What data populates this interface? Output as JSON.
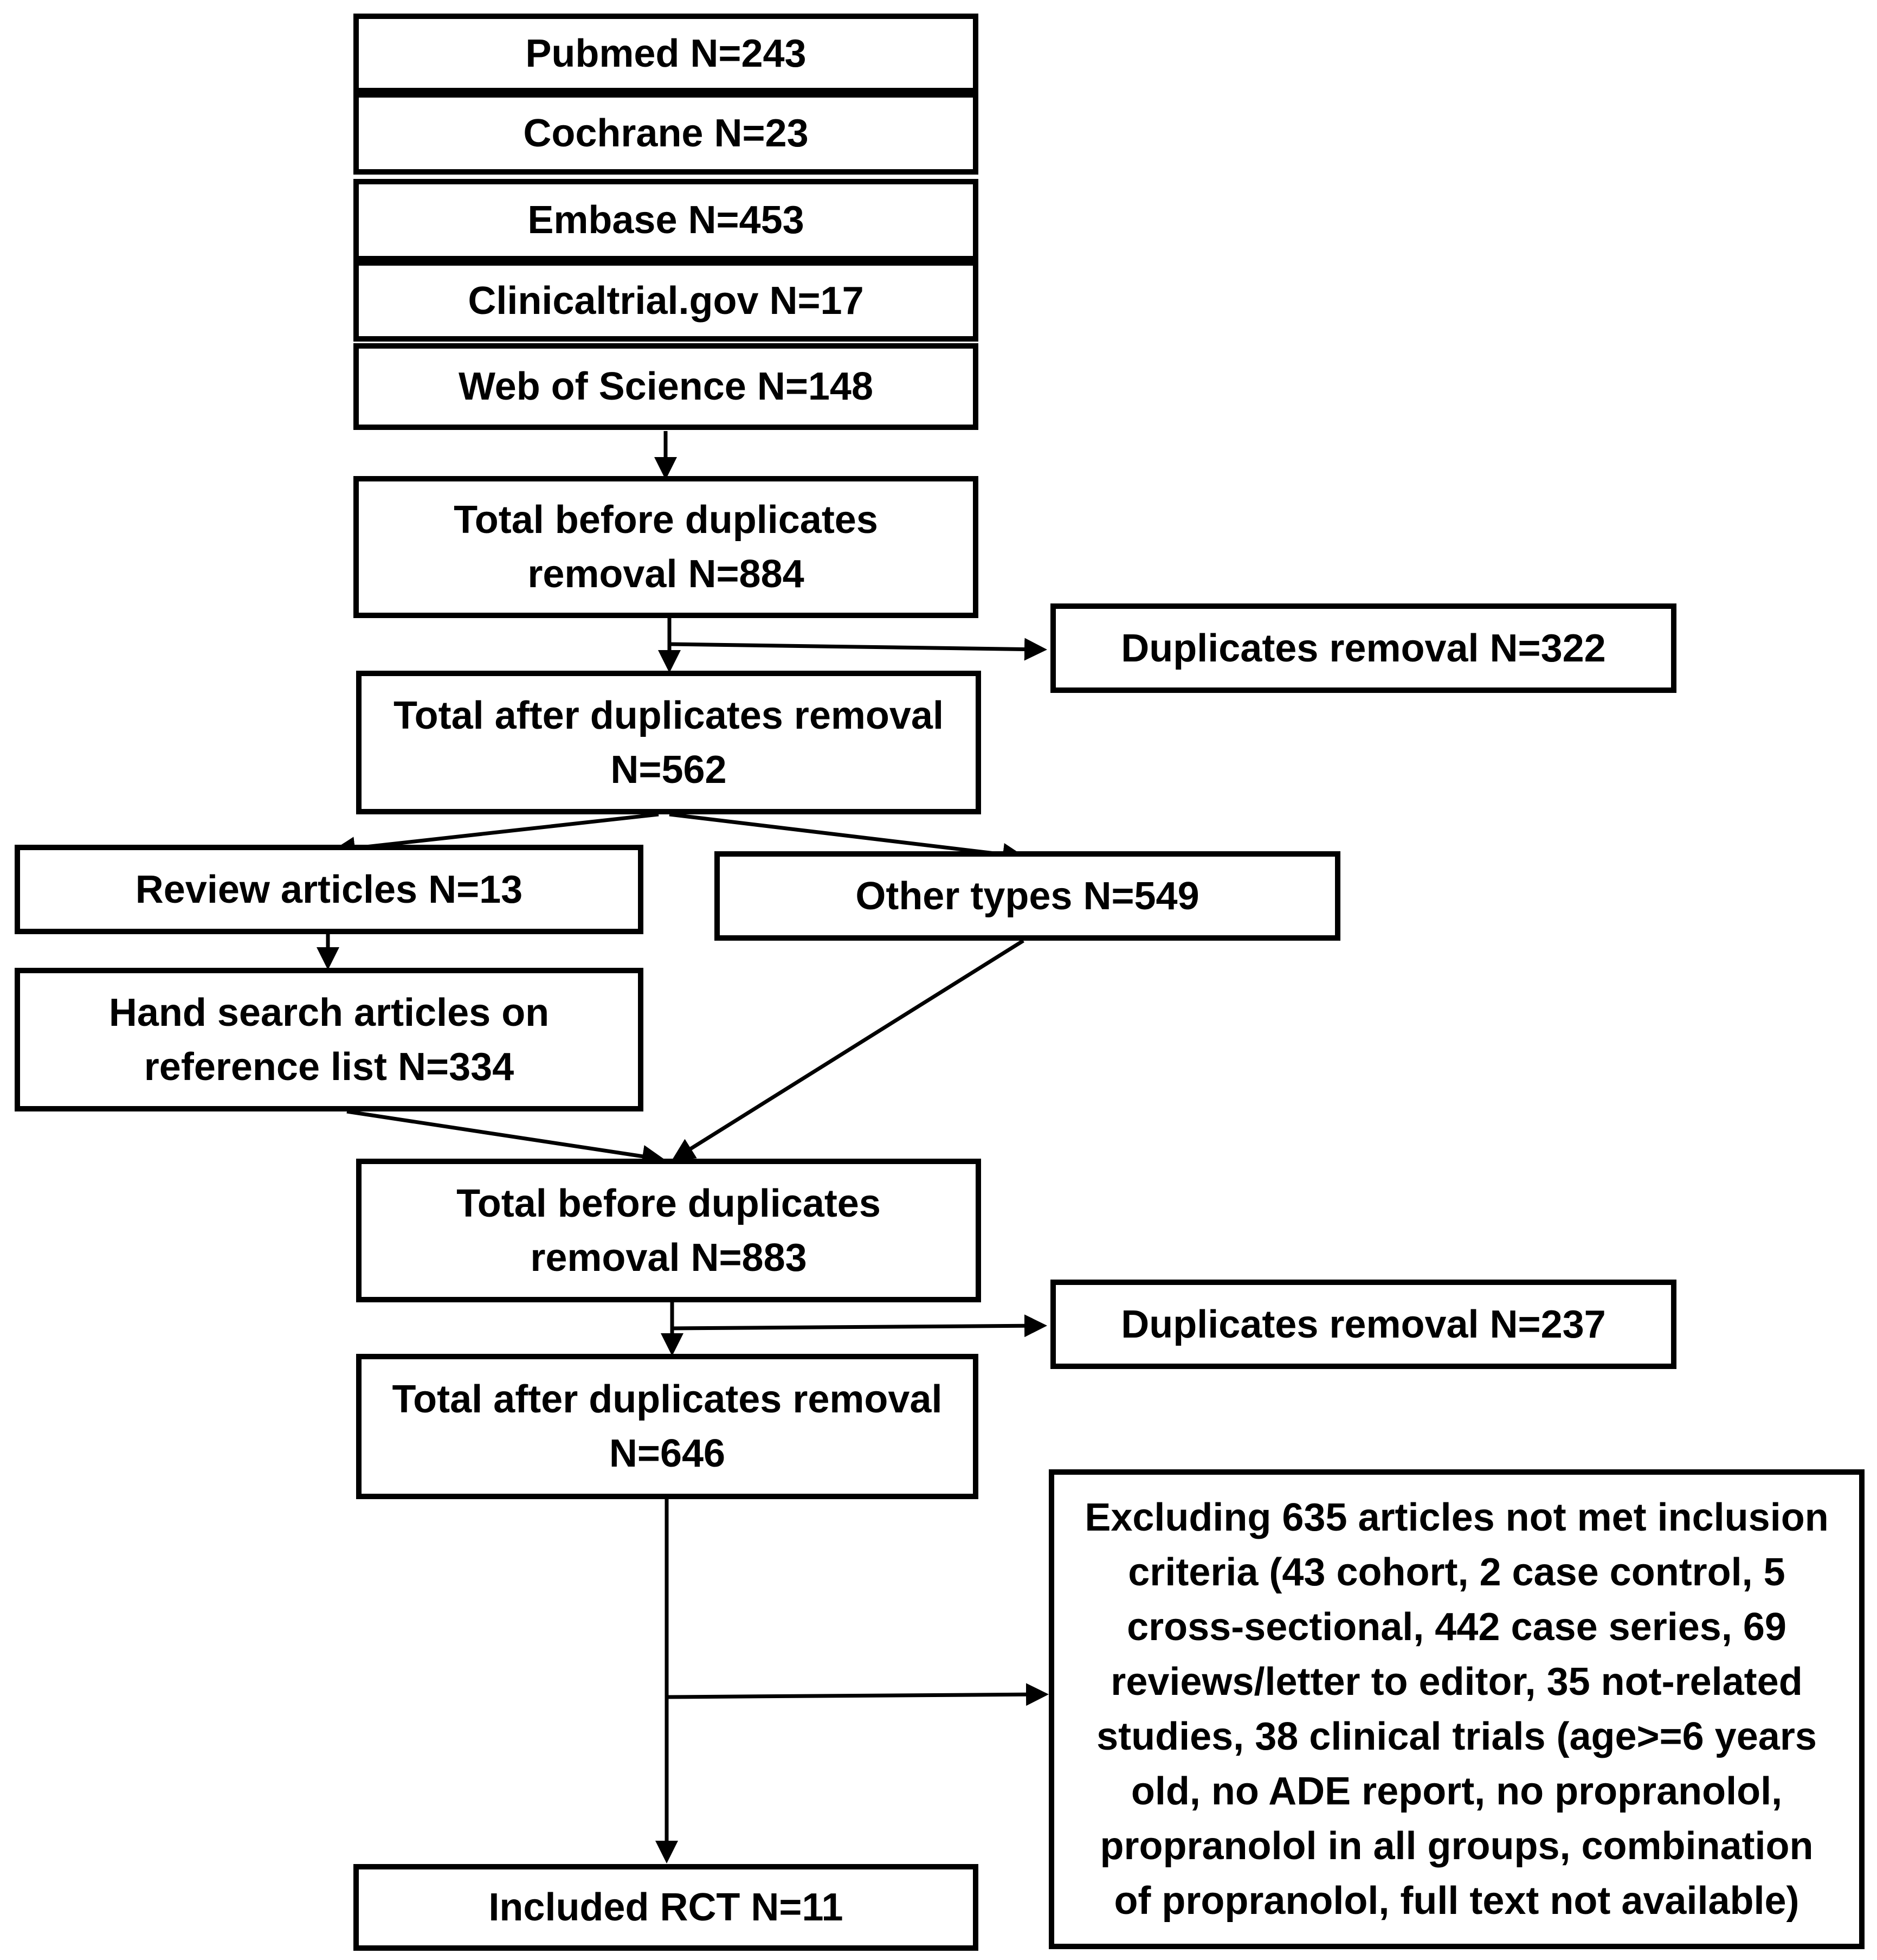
{
  "diagram": {
    "databases": [
      {
        "label": "Pubmed N=243"
      },
      {
        "label": "Cochrane N=23"
      },
      {
        "label": "Embase N=453"
      },
      {
        "label": "Clinicaltrial.gov N=17"
      },
      {
        "label": "Web of Science N=148"
      }
    ],
    "total_before_1": {
      "line1": "Total before duplicates",
      "line2": "removal N=884"
    },
    "duplicates_removal_1": {
      "label": "Duplicates removal N=322"
    },
    "total_after_1": {
      "line1": "Total after duplicates removal",
      "line2": "N=562"
    },
    "review_articles": {
      "label": "Review articles N=13"
    },
    "other_types": {
      "label": "Other types N=549"
    },
    "hand_search": {
      "line1": "Hand search articles on",
      "line2": "reference list N=334"
    },
    "total_before_2": {
      "line1": "Total before duplicates",
      "line2": "removal N=883"
    },
    "duplicates_removal_2": {
      "label": "Duplicates removal N=237"
    },
    "total_after_2": {
      "line1": "Total after duplicates removal",
      "line2": "N=646"
    },
    "excluding": {
      "lines": [
        "Excluding 635 articles not met inclusion",
        "criteria (43 cohort, 2 case control, 5",
        "cross-sectional, 442 case series, 69",
        "reviews/letter to editor, 35 not-related",
        "studies, 38 clinical trials (age>=6 years",
        "old, no ADE report, no propranolol,",
        "propranolol in all groups, combination",
        "of propranolol, full text not available)"
      ]
    },
    "included": {
      "label": "Included RCT N=11"
    }
  }
}
